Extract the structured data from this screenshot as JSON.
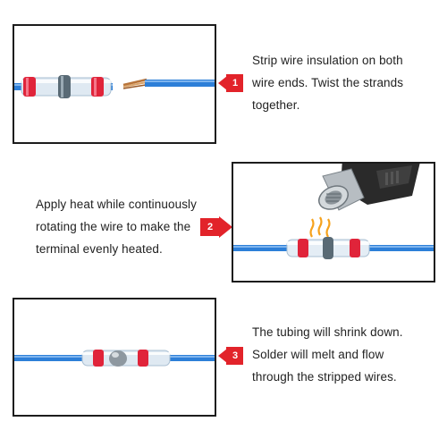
{
  "steps": [
    {
      "number": "1",
      "text_lines": [
        "Strip wire insulation on both",
        "wire ends. Twist the strands",
        "together."
      ]
    },
    {
      "number": "2",
      "text_lines": [
        "Apply heat while continuously",
        "rotating the wire to make the",
        "terminal evenly heated."
      ]
    },
    {
      "number": "3",
      "text_lines": [
        "The tubing will shrink down.",
        "Solder will melt and flow",
        "through the stripped wires."
      ]
    }
  ],
  "colors": {
    "badge": "#e2232a",
    "wire": "#2d7fd8",
    "sleeve_ring": "#e0243a",
    "panel_border": "#1c1c1c"
  },
  "icons": {
    "step1_image": "wire-and-solder-sleeve",
    "step2_image": "heat-gun-over-sleeve",
    "step3_image": "shrunk-solder-sleeve"
  }
}
